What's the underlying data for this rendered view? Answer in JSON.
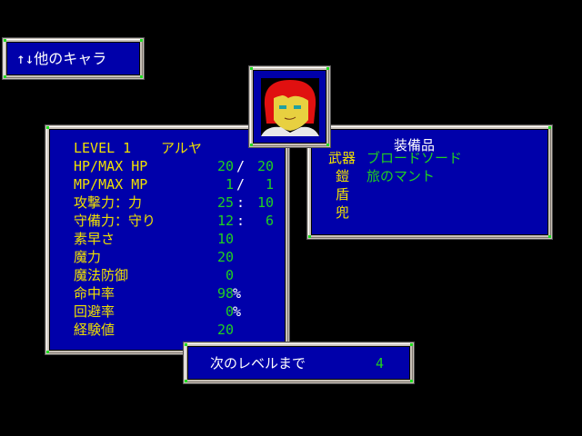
{
  "switch_hint": "↑↓他のキャラ",
  "status": {
    "level_label": "LEVEL 1",
    "name": "アルヤ",
    "rows": [
      {
        "label": "HP/MAX HP",
        "v1": "20",
        "sep": "/",
        "v2": "20"
      },
      {
        "label": "MP/MAX MP",
        "v1": "1",
        "sep": "/",
        "v2": "1"
      },
      {
        "label": "攻撃力：力",
        "v1": "25",
        "sep": ":",
        "v2": "10"
      },
      {
        "label": "守備力：守り",
        "v1": "12",
        "sep": ":",
        "v2": "6"
      },
      {
        "label": "素早さ",
        "v1": "10",
        "sep": "",
        "v2": ""
      },
      {
        "label": "魔力",
        "v1": "20",
        "sep": "",
        "v2": ""
      },
      {
        "label": "魔法防御",
        "v1": "0",
        "sep": "",
        "v2": ""
      },
      {
        "label": "命中率",
        "v1": "98",
        "sep": "%",
        "v2": ""
      },
      {
        "label": "回避率",
        "v1": "0",
        "sep": "%",
        "v2": ""
      },
      {
        "label": "経験値",
        "v1": "20",
        "sep": "",
        "v2": ""
      }
    ]
  },
  "equipment": {
    "title": "装備品",
    "slots": [
      {
        "label": "武器",
        "item": "ブロードソード"
      },
      {
        "label": "鎧",
        "item": "旅のマント"
      },
      {
        "label": "盾",
        "item": ""
      },
      {
        "label": "兜",
        "item": ""
      }
    ]
  },
  "next_level": {
    "label": "次のレベルまで",
    "value": "4"
  },
  "colors": {
    "panel_bg": "#0000aa",
    "label": "#f0e000",
    "value": "#20d020",
    "frame": "#c8c0b8"
  }
}
